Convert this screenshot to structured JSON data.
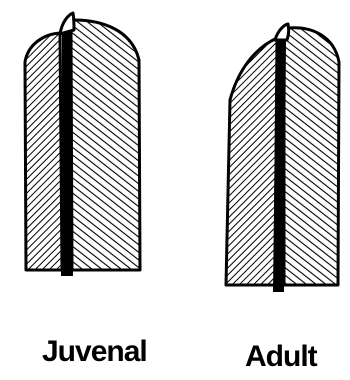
{
  "figures": [
    {
      "id": "juvenal",
      "label": "Juvenal"
    },
    {
      "id": "adult",
      "label": "Adult"
    }
  ],
  "colors": {
    "ink": "#000000",
    "paper": "#ffffff"
  }
}
